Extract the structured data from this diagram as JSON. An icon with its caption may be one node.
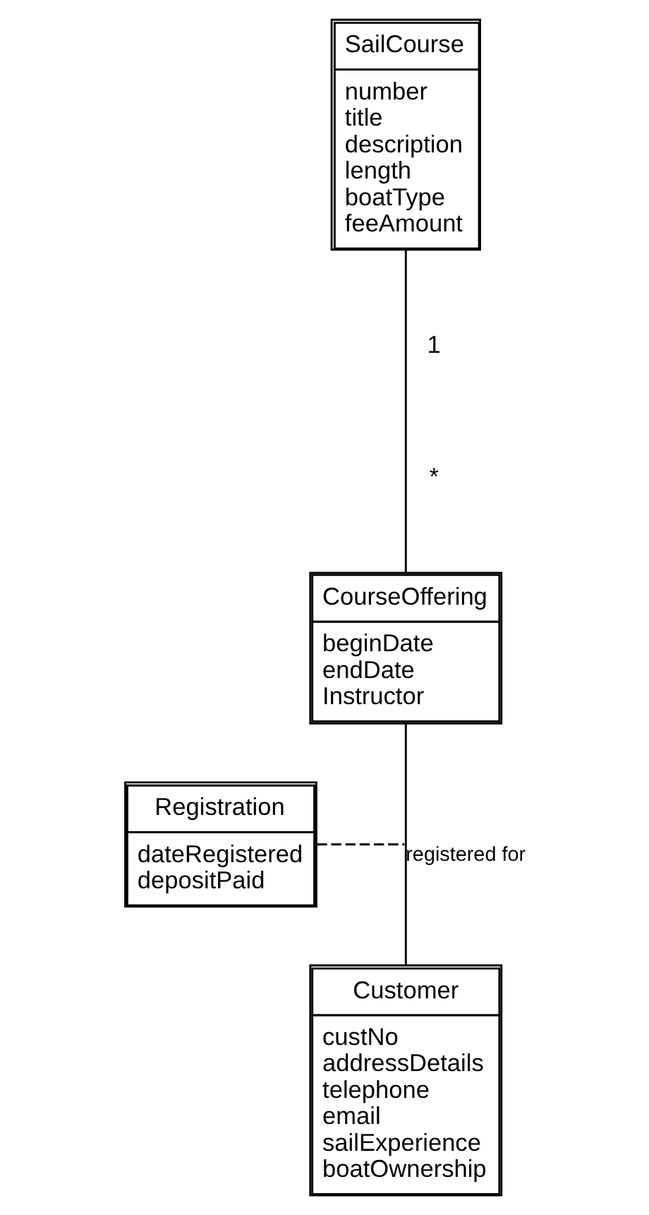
{
  "diagram": {
    "nodes": [
      {
        "text": [
          "SailCourse",
          "number",
          "title",
          "description",
          "length",
          "boatType",
          "feeAmount"
        ]
      },
      {
        "text": [
          "CourseOffering",
          "beginDate",
          "endDate",
          "Instructor"
        ]
      },
      {
        "text": [
          "Registration",
          "dateRegistered",
          "depositPaid"
        ]
      },
      {
        "text": [
          "Customer",
          "custNo",
          "addressDetails",
          "telephone",
          "email",
          "sailExperience",
          "boatOwnership"
        ]
      }
    ],
    "edges": [
      {
        "from": 0,
        "to": 1,
        "arrow": "none"
      },
      {
        "from": 1,
        "to": 3,
        "arrow": "none",
        "label": "registered for"
      },
      {
        "from": 2,
        "to": null,
        "arrow": "none",
        "style": "dashed"
      }
    ],
    "labels": [
      "1",
      "*"
    ]
  }
}
